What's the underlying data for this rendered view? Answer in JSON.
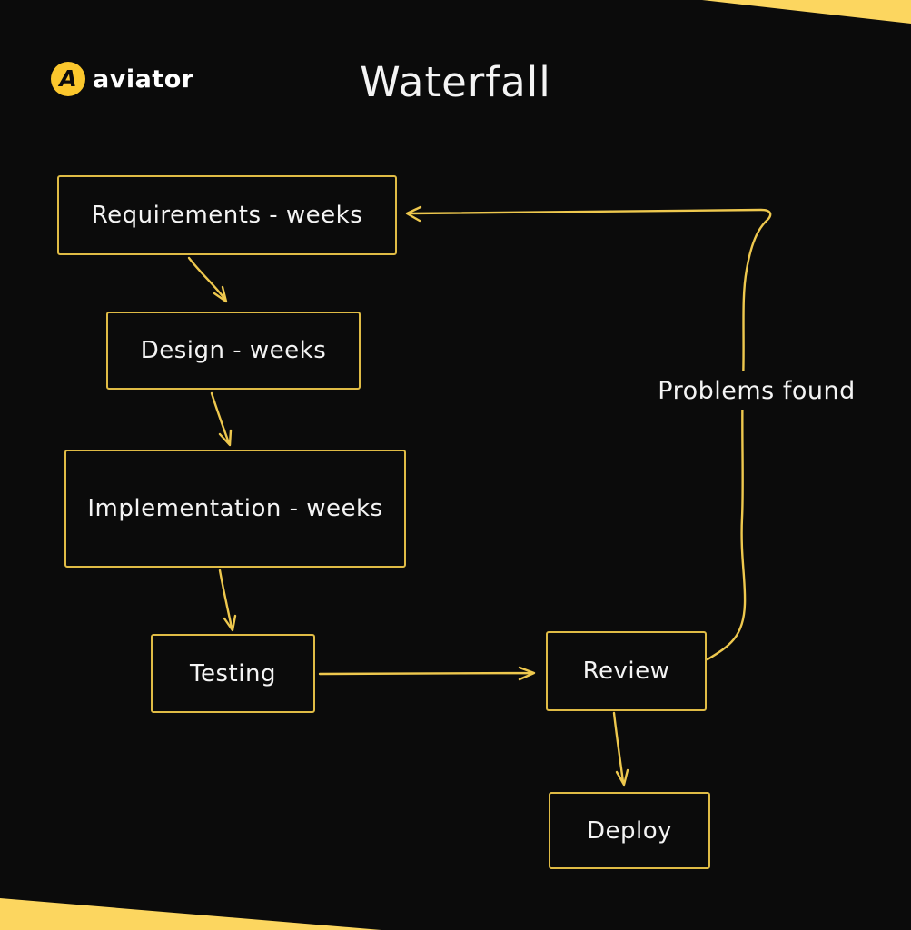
{
  "brand": {
    "name": "aviator",
    "logo_letter": "A"
  },
  "title": "Waterfall",
  "diagram": {
    "nodes": [
      {
        "id": "requirements",
        "label": "Requirements - weeks"
      },
      {
        "id": "design",
        "label": "Design - weeks"
      },
      {
        "id": "implementation",
        "label": "Implementation - weeks"
      },
      {
        "id": "testing",
        "label": "Testing"
      },
      {
        "id": "review",
        "label": "Review"
      },
      {
        "id": "deploy",
        "label": "Deploy"
      }
    ],
    "edges": [
      {
        "from": "requirements",
        "to": "design"
      },
      {
        "from": "design",
        "to": "implementation"
      },
      {
        "from": "implementation",
        "to": "testing"
      },
      {
        "from": "testing",
        "to": "review"
      },
      {
        "from": "review",
        "to": "deploy"
      },
      {
        "from": "review",
        "to": "requirements",
        "label": "Problems found"
      }
    ],
    "colors": {
      "background": "#0b0b0b",
      "accent_yellow": "#fcd65f",
      "stroke_gold": "#eec84e",
      "text": "#f4f4f4",
      "logo_circle": "#fbc72d"
    }
  }
}
